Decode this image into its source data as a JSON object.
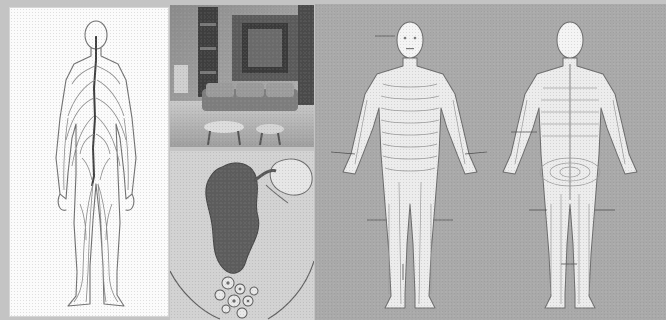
{
  "collage": {
    "panels": [
      {
        "id": "nervous-system",
        "kind": "body-outline"
      },
      {
        "id": "room-photo",
        "kind": "photograph"
      },
      {
        "id": "intestine",
        "kind": "anatomy-drawing"
      },
      {
        "id": "dermatome-map",
        "kind": "body-front-back"
      }
    ]
  },
  "colors": {
    "background": "#c4c4c4",
    "paper": "#fbfbfb",
    "ink": "#6a6a6a",
    "dark_organ": "#5d5d5d"
  }
}
